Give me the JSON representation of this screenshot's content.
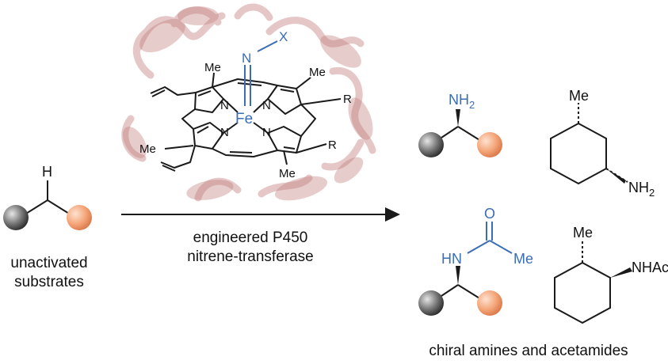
{
  "substrate": {
    "h_label": "H",
    "caption_line1": "unactivated",
    "caption_line2": "substrates"
  },
  "enzyme": {
    "label_line1": "engineered P450",
    "label_line2": "nitrene-transferase"
  },
  "heme": {
    "fe": "Fe",
    "n_atoms": [
      "N",
      "N",
      "N",
      "N"
    ],
    "nitrene_n": "N",
    "nitrene_x": "X",
    "me_labels": [
      "Me",
      "Me",
      "Me",
      "Me"
    ],
    "r_labels": [
      "R",
      "R"
    ]
  },
  "products": {
    "amine_group": "NH2",
    "amine_main": "NH",
    "amine_sub": "2",
    "cyclohexyl_amine_me": "Me",
    "cyclohexyl_amine_main": "NH",
    "cyclohexyl_amine_sub": "2",
    "amide_o": "O",
    "amide_hn": "HN",
    "amide_me": "Me",
    "cyclohexyl_amide_me": "Me",
    "cyclohexyl_amide_group": "NHAc",
    "caption": "chiral amines and acetamides"
  },
  "colors": {
    "blue": "#3b6db5",
    "orange_ball": "#f4a477",
    "gray_ball": "#6f6f6f",
    "protein": "#c98a8a"
  }
}
